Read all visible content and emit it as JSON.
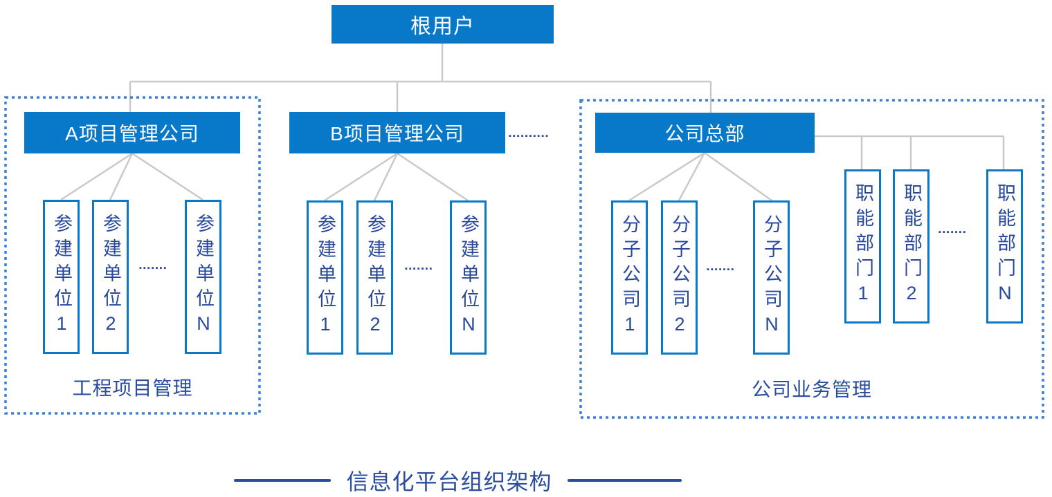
{
  "colors": {
    "primary_blue": "#0878c8",
    "node_text_navy": "#27489b",
    "label_blue": "#2b4d9e",
    "line_gray": "#c9c9c9",
    "dashed_border": "#3b7fd6"
  },
  "org": {
    "root": {
      "label": "根用户"
    },
    "branch_a": {
      "label": "A项目管理公司",
      "children": [
        "参建单位1",
        "参建单位2",
        "参建单位N"
      ],
      "ellipsis": "▪▪▪▪▪▪▪"
    },
    "branch_b": {
      "label": "B项目管理公司",
      "children": [
        "参建单位1",
        "参建单位2",
        "参建单位N"
      ],
      "ellipsis": "▪▪▪▪▪▪▪"
    },
    "top_ellipsis": "▪▪▪▪▪▪▪▪▪▪",
    "headquarters": {
      "label": "公司总部",
      "subsidiaries": [
        "分子公司1",
        "分子公司2",
        "分子公司N"
      ],
      "subsidiaries_ellipsis": "▪▪▪▪▪▪▪",
      "departments": [
        "职能部门1",
        "职能部门2",
        "职能部门N"
      ],
      "departments_ellipsis": "▪▪▪▪▪▪▪"
    }
  },
  "groups": {
    "project_management": "工程项目管理",
    "company_business": "公司业务管理"
  },
  "footer": {
    "title": "信息化平台组织架构"
  }
}
